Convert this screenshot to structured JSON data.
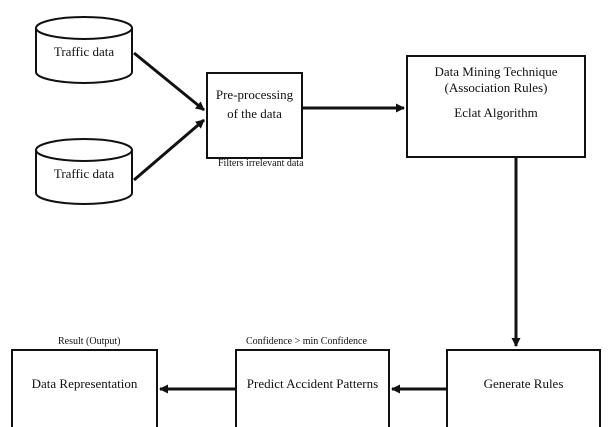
{
  "nodes": {
    "traffic_data_1": "Traffic data",
    "traffic_data_2": "Traffic data",
    "preprocessing": "Pre-processing of the data",
    "mining_line1": "Data Mining Technique",
    "mining_line2": "(Association Rules)",
    "mining_line3": "Eclat Algorithm",
    "generate_rules": "Generate Rules",
    "predict_patterns": "Predict Accident Patterns",
    "data_representation": "Data Representation"
  },
  "captions": {
    "filters": "Filters irrelevant data",
    "confidence": "Confidence > min Confidence",
    "result": "Result (Output)"
  }
}
